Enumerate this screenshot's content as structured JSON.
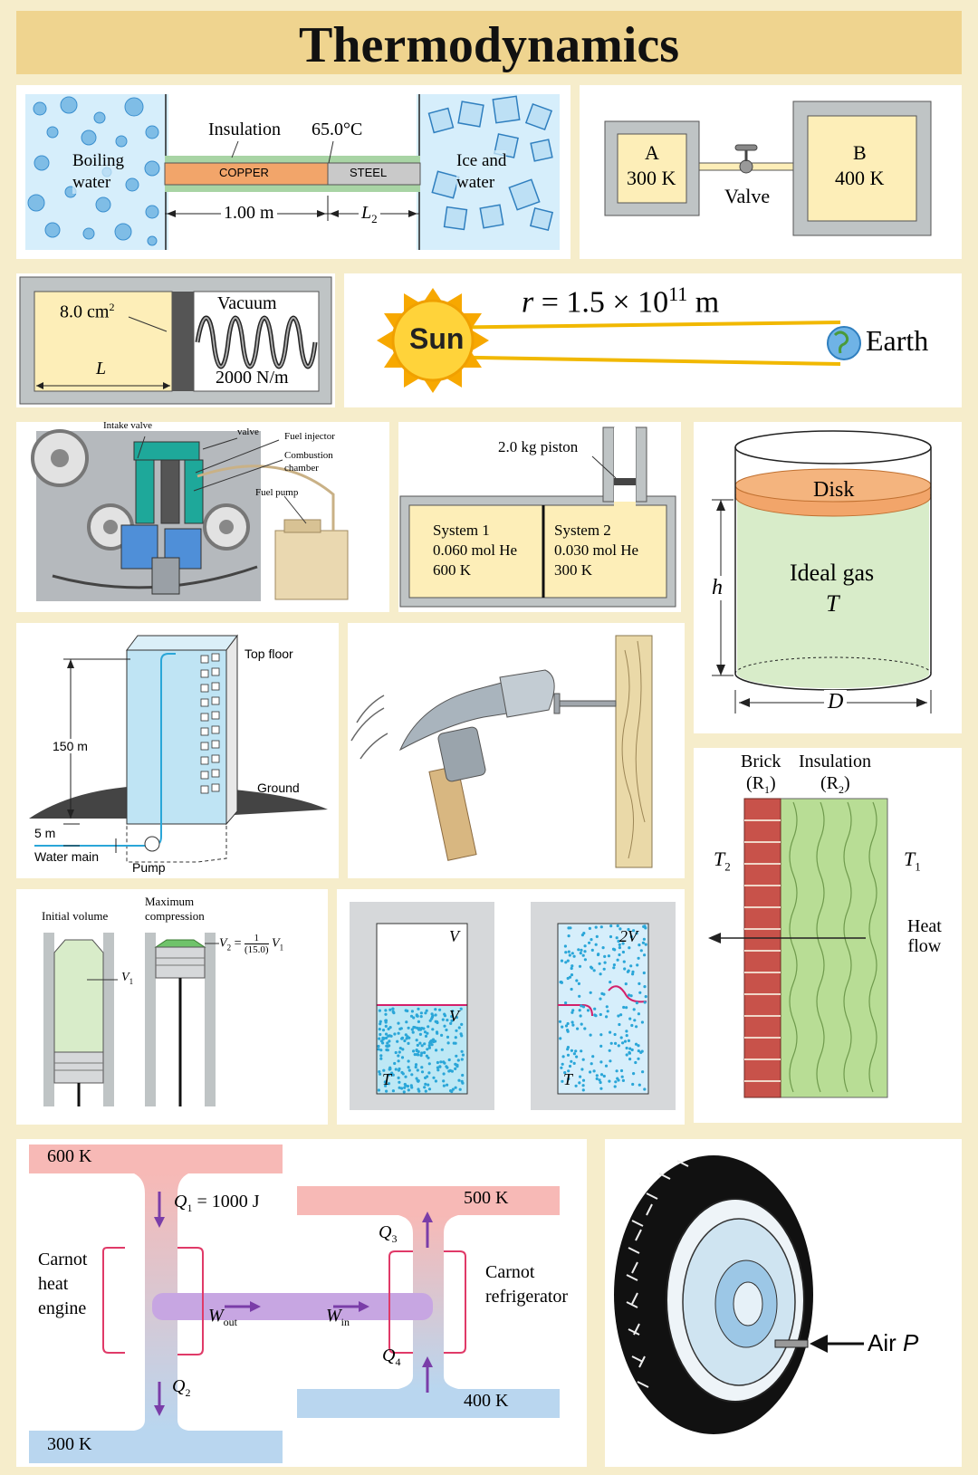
{
  "title": "Thermodynamics",
  "colors": {
    "background": "#f6edcb",
    "title_bar": "#efd48f",
    "cream": "#fdeeb8",
    "frame": "#bfc4c5",
    "water": "#d6eefb",
    "gas_green": "#d8ecc9",
    "copper": "#f2a56a",
    "hot_red": "#f7b9b6",
    "cold_blue": "#b9d6ef"
  },
  "bar": {
    "insulation": "Insulation",
    "temp": "65.0°C",
    "left_reservoir": "Boiling\nwater",
    "right_reservoir": "Ice and\nwater",
    "copper": "COPPER",
    "steel": "STEEL",
    "length1": "1.00 m",
    "length2": "L",
    "length2_sub": "2"
  },
  "tanks": {
    "a_label": "A",
    "a_temp": "300 K",
    "b_label": "B",
    "b_temp": "400 K",
    "valve": "Valve"
  },
  "spring": {
    "area": "8.0 cm",
    "area_sup": "2",
    "vacuum": "Vacuum",
    "k": "2000 N/m",
    "length": "L"
  },
  "sun": {
    "r_lhs": "r",
    "r_mid": " = 1.5 × 10",
    "r_exp": "11",
    "r_unit": " m",
    "sun_label": "Sun",
    "earth_label": "Earth"
  },
  "engine": {
    "intake": "Intake valve",
    "exhaust": "Exhaust\nvalve",
    "injector": "Fuel injector",
    "combustion": "Combustion\nchamber",
    "pump": "Fuel pump"
  },
  "piston": {
    "label": "2.0 kg piston",
    "s1_name": "System 1",
    "s1_amount": "0.060 mol He",
    "s1_temp": "600 K",
    "s2_name": "System 2",
    "s2_amount": "0.030 mol He",
    "s2_temp": "300 K"
  },
  "cylinder": {
    "disk": "Disk",
    "gas": "Ideal gas",
    "temp": "T",
    "height": "h",
    "diameter": "D"
  },
  "building": {
    "top": "Top floor",
    "height": "150 m",
    "ground": "Ground",
    "depth": "5 m",
    "main": "Water main",
    "pump": "Pump"
  },
  "wall": {
    "brick": "Brick",
    "brick_r": "(R",
    "brick_sub": "1",
    "insulation": "Insulation",
    "ins_r": "(R",
    "ins_sub": "2",
    "t2": "T",
    "t2_sub": "2",
    "t1": "T",
    "t1_sub": "1",
    "heat": "Heat\nflow"
  },
  "compression": {
    "initial": "Initial volume",
    "maximum": "Maximum\ncompression",
    "v1": "V",
    "v1_sub": "1",
    "v2": "V",
    "v2_sub": "2",
    "v2_eq": "=",
    "v2_num": "1",
    "v2_den": "(15.0)",
    "v2_v1": "V",
    "v2_v1_sub": "1"
  },
  "expansion": {
    "v": "V",
    "v_liquid": "V",
    "t": "T",
    "v2": "2V",
    "t2": "T"
  },
  "carnot": {
    "hot": "600 K",
    "cold": "300 K",
    "mid_hot": "500 K",
    "mid_cold": "400 K",
    "q1": "Q",
    "q1_sub": "1",
    "q1_val": " = 1000 J",
    "q2": "Q",
    "q2_sub": "2",
    "q3": "Q",
    "q3_sub": "3",
    "q4": "Q",
    "q4_sub": "4",
    "wout": "W",
    "wout_sub": "out",
    "win": "W",
    "win_sub": "in",
    "engine": "Carnot\nheat\nengine",
    "fridge": "Carnot\nrefrigerator"
  },
  "tire": {
    "label": "Air ",
    "label_p": "P"
  }
}
